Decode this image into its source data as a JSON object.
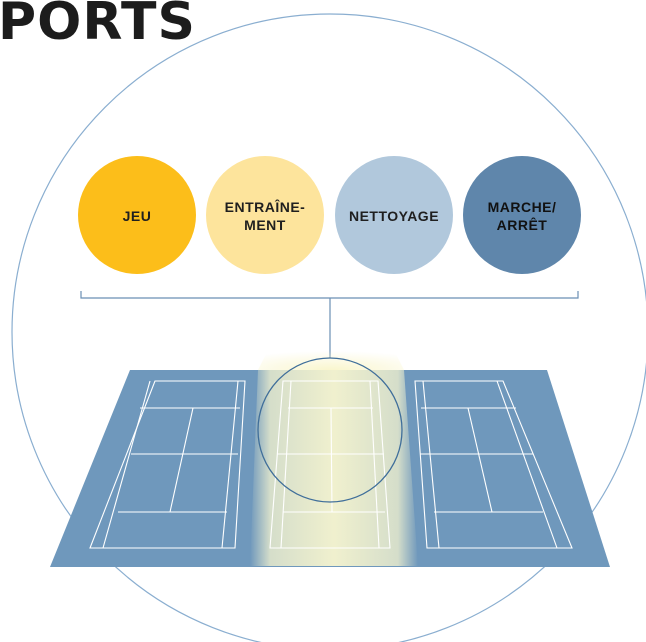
{
  "page": {
    "title": "PORTS"
  },
  "modes": [
    {
      "line1": "JEU",
      "line2": "",
      "color": "#fcbe1a",
      "text_color": "#1f1f1f"
    },
    {
      "line1": "ENTRAÎNE-",
      "line2": "MENT",
      "color": "#fde49c",
      "text_color": "#1f1f1f"
    },
    {
      "line1": "NETTOYAGE",
      "line2": "",
      "color": "#b1c8dc",
      "text_color": "#1f1f1f"
    },
    {
      "line1": "MARCHE/",
      "line2": "ARRÊT",
      "color": "#5f86ab",
      "text_color": "#111111"
    }
  ],
  "colors": {
    "court_surface": "#6f98bc",
    "court_lines": "#ffffff",
    "highlight_glow": "#f3f2c8",
    "connector": "#6b8fb5",
    "outer_circle": "#8aaed0"
  }
}
